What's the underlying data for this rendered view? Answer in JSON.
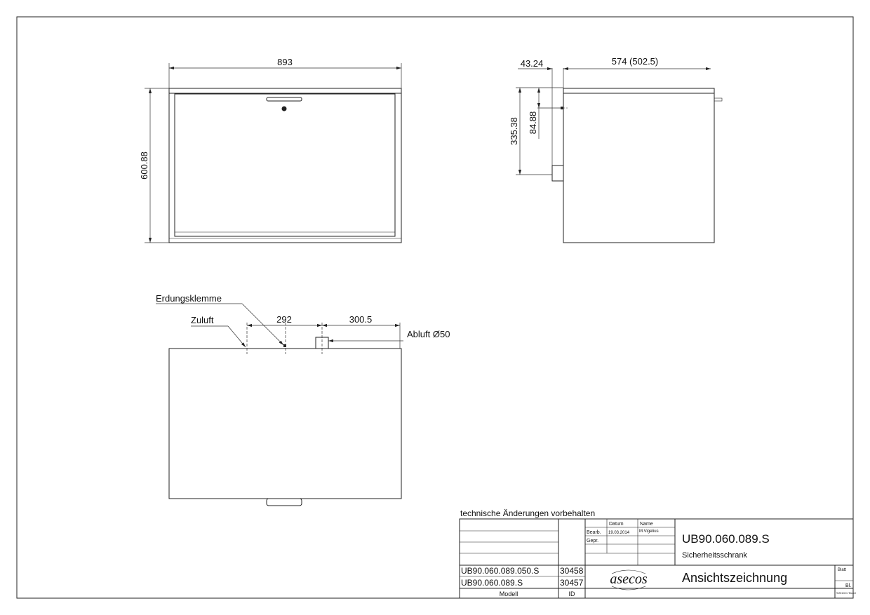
{
  "drawing": {
    "front_view": {
      "width_dim": "893",
      "height_dim": "600.88"
    },
    "side_view": {
      "offset_dim": "43.24",
      "depth_dim": "574 (502.5)",
      "height_dim_1": "335.38",
      "height_dim_2": "84.88"
    },
    "top_view": {
      "label_grounding": "Erdungsklemme",
      "label_supply": "Zuluft",
      "label_exhaust": "Abluft Ø50",
      "dim_1": "292",
      "dim_2": "300.5"
    }
  },
  "title_block": {
    "note": "technische Änderungen vorbehalten",
    "header_date": "Datum",
    "header_name": "Name",
    "row_edited": "Bearb.",
    "row_checked": "Gepr.",
    "edited_date": "19.03.2014",
    "edited_name": "M.Vigelius",
    "drawing_number": "UB90.060.089.S",
    "product_name": "Sicherheitsschrank",
    "drawing_type": "Ansichtszeichnung",
    "sheet_label": "Blatt",
    "sheet_value": "Bl.",
    "copyright": "©2013 D.Teufel",
    "logo": "asecos",
    "models": [
      {
        "model": "UB90.060.089.050.S",
        "id": "30458"
      },
      {
        "model": "UB90.060.089.S",
        "id": "30457"
      }
    ],
    "col_model": "Modell",
    "col_id": "ID"
  }
}
